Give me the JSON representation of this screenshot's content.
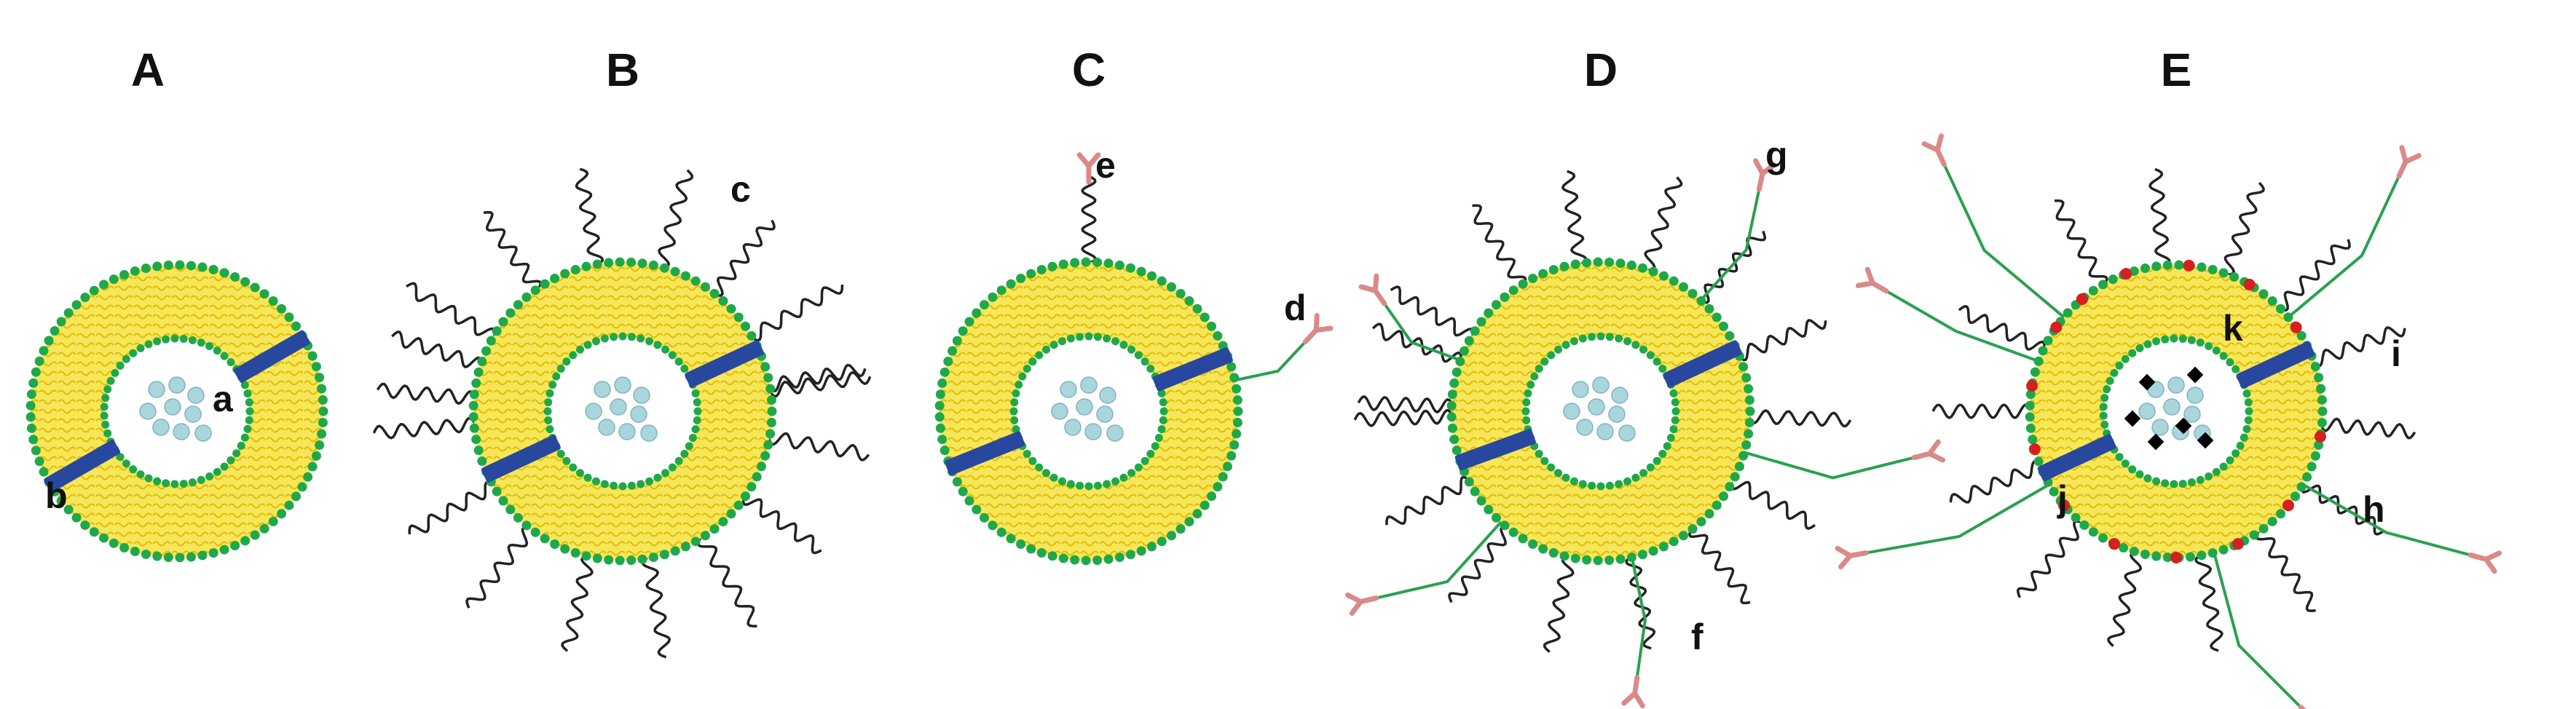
{
  "figure": {
    "panels": [
      {
        "id": "A",
        "label": "A",
        "peg_chains": 0,
        "ligands": 0,
        "callouts": [
          "a",
          "b"
        ]
      },
      {
        "id": "B",
        "label": "B",
        "peg_chains": 18,
        "ligands": 0,
        "callouts": [
          "c"
        ]
      },
      {
        "id": "C",
        "label": "C",
        "peg_chains": 1,
        "ligands": 2,
        "callouts": [
          "e",
          "d"
        ]
      },
      {
        "id": "D",
        "label": "D",
        "peg_chains": 16,
        "ligands": 5,
        "callouts": [
          "g",
          "f"
        ]
      },
      {
        "id": "E",
        "label": "E",
        "peg_chains": 14,
        "ligands": 6,
        "callouts": [
          "k",
          "i",
          "j",
          "h"
        ]
      }
    ],
    "callouts": {
      "a": "a",
      "b": "b",
      "c": "c",
      "d": "d",
      "e": "e",
      "f": "f",
      "g": "g",
      "h": "h",
      "i": "i",
      "j": "j",
      "k": "k"
    },
    "colors": {
      "bilayer_fill": "#f7e65a",
      "lipid_tail": "#e7c300",
      "head_group": "#1fa84a",
      "protein_bar": "#2848a0",
      "drug_particle": "#a9d6dc",
      "peg_chain": "#222222",
      "antibody": "#d98a88",
      "linker": "#2aa050",
      "marker_red": "#d42020",
      "drug_black": "#000000"
    }
  }
}
